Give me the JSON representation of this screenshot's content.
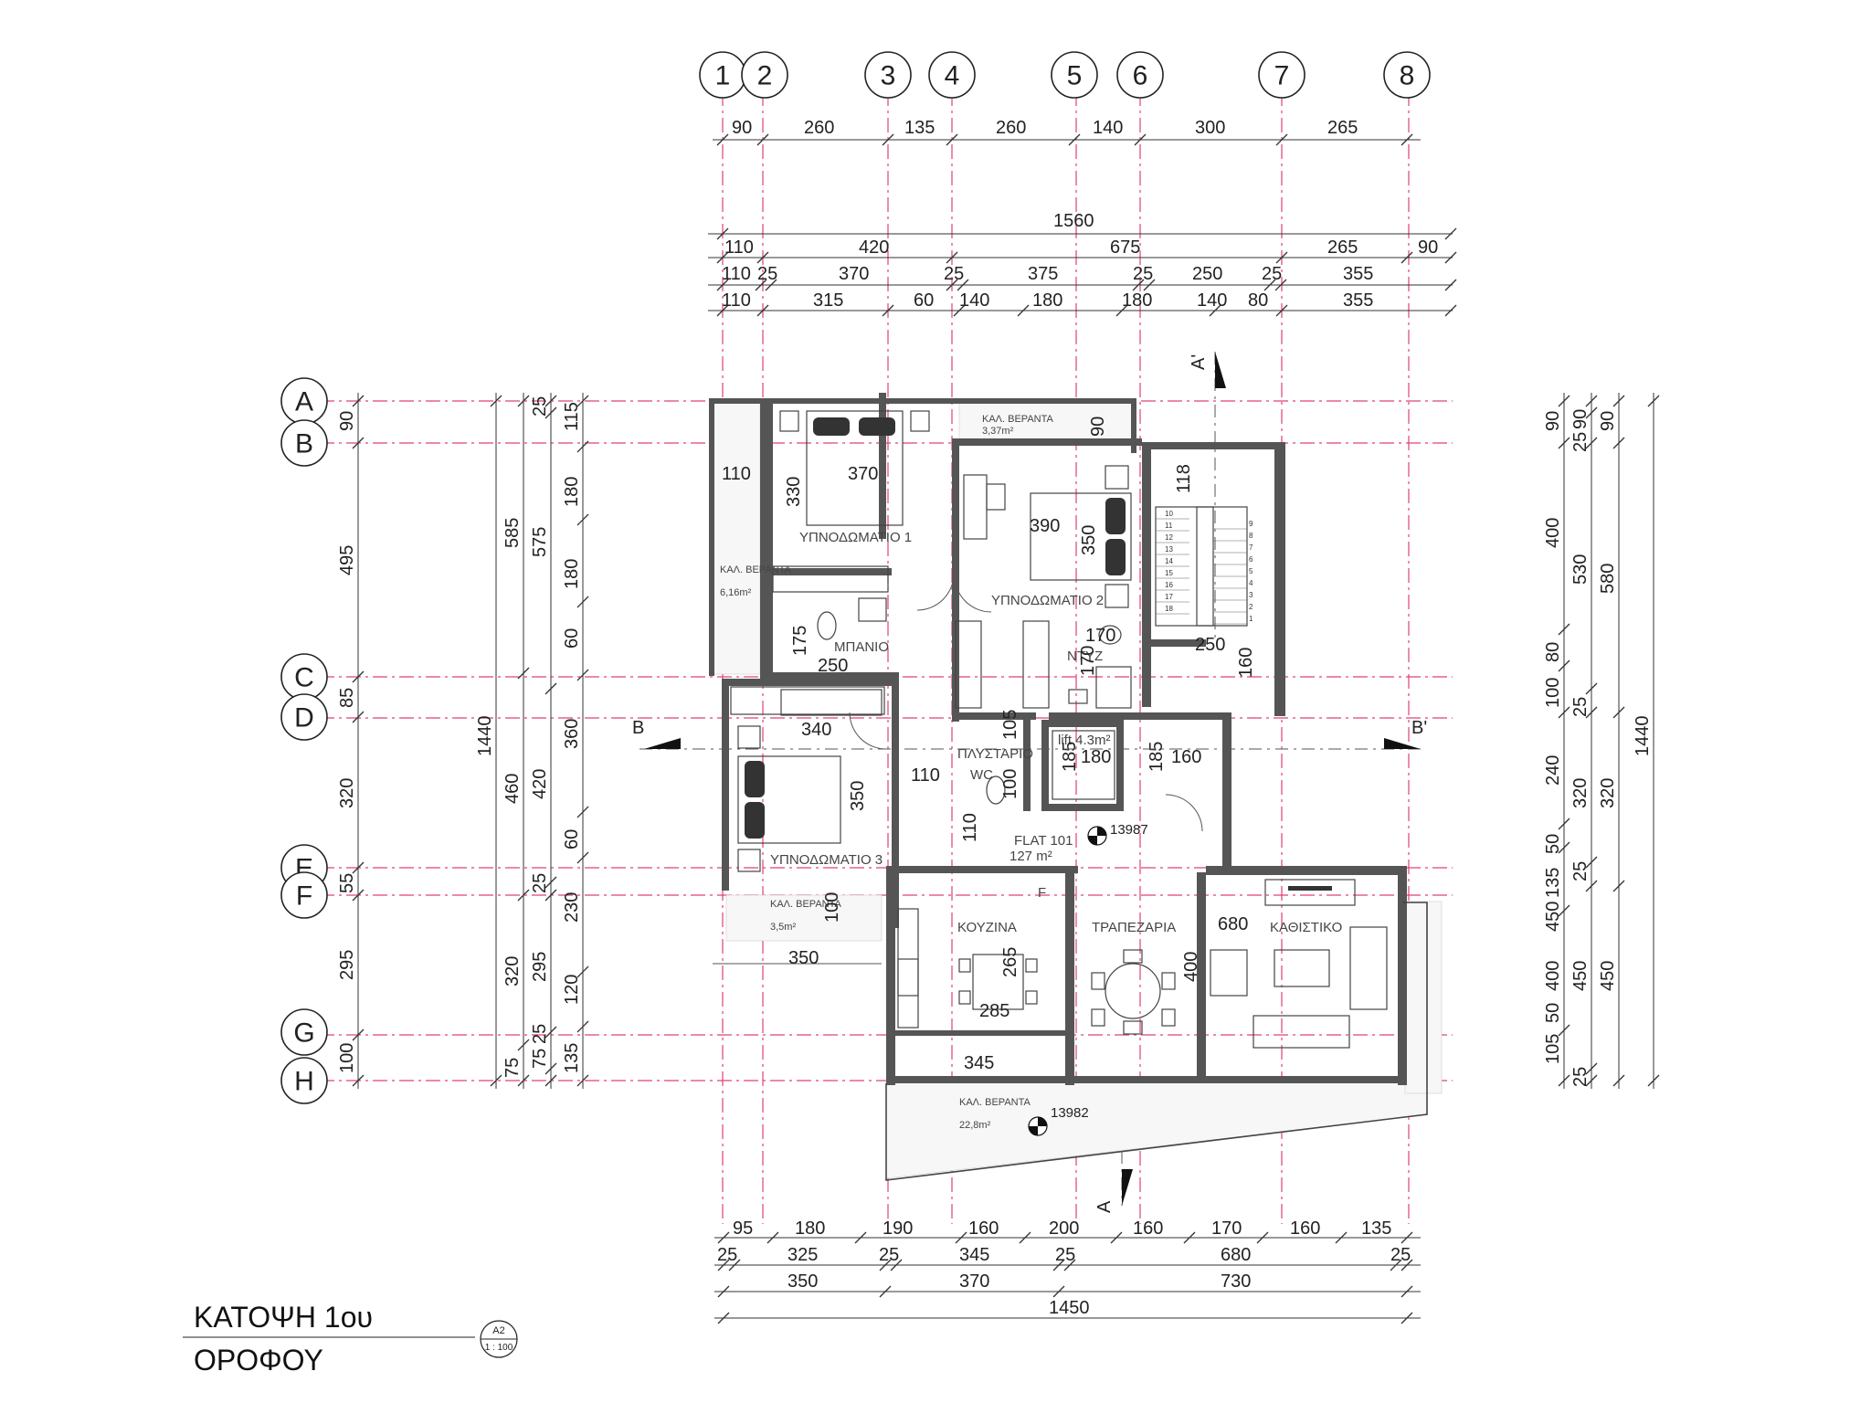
{
  "grid": {
    "columns": [
      "1",
      "2",
      "3",
      "4",
      "5",
      "6",
      "7",
      "8"
    ],
    "rows": [
      "A",
      "B",
      "C",
      "D",
      "E",
      "F",
      "G",
      "H"
    ]
  },
  "dims_top": {
    "row1": [
      "90",
      "260",
      "135",
      "260",
      "140",
      "300",
      "265"
    ],
    "total": "1560",
    "row2": [
      "110",
      "420",
      "675",
      "265",
      "90"
    ],
    "row3": [
      "110",
      "25",
      "370",
      "25",
      "375",
      "25",
      "250",
      "25",
      "355"
    ],
    "row4": [
      "110",
      "315",
      "60",
      "140",
      "180",
      "180",
      "140",
      "80",
      "355"
    ]
  },
  "dims_bottom": {
    "row1": [
      "95",
      "180",
      "190",
      "160",
      "200",
      "160",
      "170",
      "160",
      "135"
    ],
    "row2": [
      "25",
      "325",
      "25",
      "345",
      "25",
      "680",
      "25"
    ],
    "row3": [
      "350",
      "370",
      "730"
    ],
    "total": "1450"
  },
  "dims_left": {
    "outer": [
      "90",
      "495",
      "85",
      "320",
      "55",
      "295",
      "100"
    ],
    "total": "1440",
    "col2": [
      "585",
      "460",
      "320",
      "75"
    ],
    "col3": [
      "25",
      "575",
      "420",
      "25",
      "295",
      "75",
      "25"
    ],
    "col4": [
      "115",
      "180",
      "180",
      "60",
      "360",
      "60",
      "230",
      "120",
      "135"
    ]
  },
  "dims_right": {
    "col1": [
      "90",
      "400",
      "80",
      "100",
      "240",
      "50",
      "135",
      "450",
      "400",
      "50",
      "105"
    ],
    "col2": [
      "25",
      "90",
      "530",
      "25",
      "320",
      "25",
      "450",
      "25"
    ],
    "col3": [
      "90",
      "580",
      "320",
      "450"
    ],
    "total": "1440"
  },
  "rooms": {
    "bed1": "ΥΠΝΟΔΩΜΑΤΙΟ 1",
    "bed2": "ΥΠΝΟΔΩΜΑΤΙΟ 2",
    "bed3": "ΥΠΝΟΔΩΜΑΤΙΟ 3",
    "bath": "ΜΠΑΝΙΟ",
    "wc2": "WC",
    "laundry": "ΠΛΥΣΤΑΡΙΟ",
    "lift": "lift 4.3m²",
    "flat": "FLAT 101",
    "flat_area": "127 m²",
    "kitchen": "ΚΟΥΖΙΝΑ",
    "dining": "ΤΡΑΠΕΖΑΡΙΑ",
    "living": "ΚΑΘΙΣΤΙΚΟ",
    "veranda_top": "ΚΑΛ. ΒΕΡΑΝΤΑ",
    "veranda_top_area": "3,37m²",
    "veranda_left": "ΚΑΛ. ΒΕΡΑΝΤΑ",
    "veranda_left_area": "6,16m²",
    "veranda_small": "ΚΑΛ. ΒΕΡΑΝΤΑ",
    "veranda_small_area": "3,5m²",
    "veranda_bottom": "ΚΑΛ. ΒΕΡΑΝΤΑ",
    "veranda_bottom_area": "22,8m²",
    "fridge_mark": "F",
    "wc_partial": "ΝΤΥΖ"
  },
  "inner_dims": {
    "bed1_w": "370",
    "bed1_h": "330",
    "ver_left_w": "110",
    "bed2_w": "390",
    "bed2_h": "350",
    "ver_top_h": "90",
    "bath_w": "250",
    "bath_h": "175",
    "wc_w": "170",
    "wc_h": "170",
    "stair_top": "118",
    "stair_w": "250",
    "stair_h": "160",
    "bed3_w": "340",
    "bed3_h": "350",
    "corr_w": "110",
    "corr_h": "110",
    "wc2_w": "105",
    "wc2_h": "100",
    "lift_w": "180",
    "lift_h": "185",
    "lobby_w": "160",
    "lobby_h": "185",
    "kit_w": "285",
    "kit_h": "265",
    "liv_w": "680",
    "liv_h": "400",
    "ver_small_h": "100",
    "ver_small_w": "350",
    "ver_bot_w": "345"
  },
  "stair_steps": [
    "1",
    "2",
    "3",
    "4",
    "5",
    "6",
    "7",
    "8",
    "9",
    "10",
    "11",
    "12",
    "13",
    "14",
    "15",
    "16",
    "17",
    "18"
  ],
  "levels": {
    "upper": "13987",
    "lower": "13982"
  },
  "sections": {
    "a_top": "A'",
    "a_bottom": "A",
    "b_left": "B",
    "b_right": "B'"
  },
  "title": {
    "line1": "ΚΑΤΟΨΗ 1ου",
    "line2": "ΟΡΟΦΟΥ",
    "sheet": "A2",
    "scale": "1 : 100"
  }
}
